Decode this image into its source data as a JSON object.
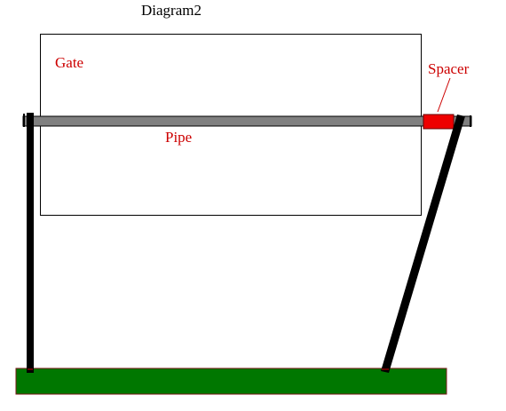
{
  "diagram": {
    "title": "Diagram2",
    "labels": {
      "gate": "Gate",
      "spacer": "Spacer",
      "pipe": "Pipe"
    }
  },
  "colors": {
    "label_text": "#cc0000",
    "title_text": "#000000",
    "gate_outline": "#000000",
    "pipe_fill": "#808080",
    "spacer_fill": "#ee0000",
    "post_fill": "#000000",
    "ground_fill": "#007700"
  }
}
